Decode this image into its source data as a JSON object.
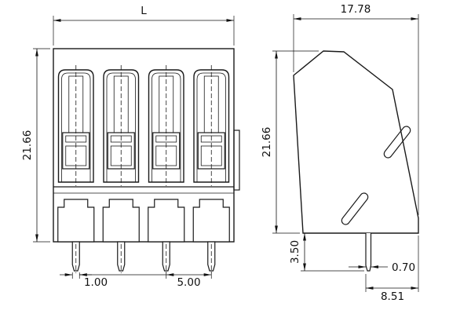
{
  "drawing": {
    "front_view": {
      "width_label": "L",
      "height_label": "21.66",
      "pin_width_label": "1.00",
      "pitch_label": "5.00"
    },
    "side_view": {
      "width_label": "17.78",
      "height_label": "21.66",
      "pin_length_label": "3.50",
      "pin_thickness_label": "0.70",
      "pin_position_label": "8.51"
    }
  }
}
